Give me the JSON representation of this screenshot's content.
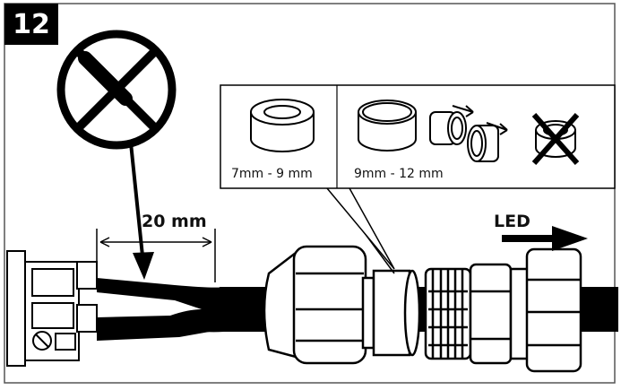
{
  "step_number": "12",
  "strip_length_label": "20 mm",
  "led_label": "LED",
  "seal_options": [
    {
      "range": "7mm - 9 mm"
    },
    {
      "range": "9mm - 12 mm"
    }
  ],
  "icons": {
    "prohibited": "crossed-out-wire-icon",
    "thick_seal": "thick-seal-ring-icon",
    "thin_seal": "thin-seal-ring-icon",
    "cut_rings": "cut-ring-icon",
    "not_allowed_ring": "crossed-seal-icon",
    "direction": "arrow-right-icon"
  },
  "colors": {
    "line": "#000000",
    "background": "#ffffff",
    "badge": "#000000"
  }
}
